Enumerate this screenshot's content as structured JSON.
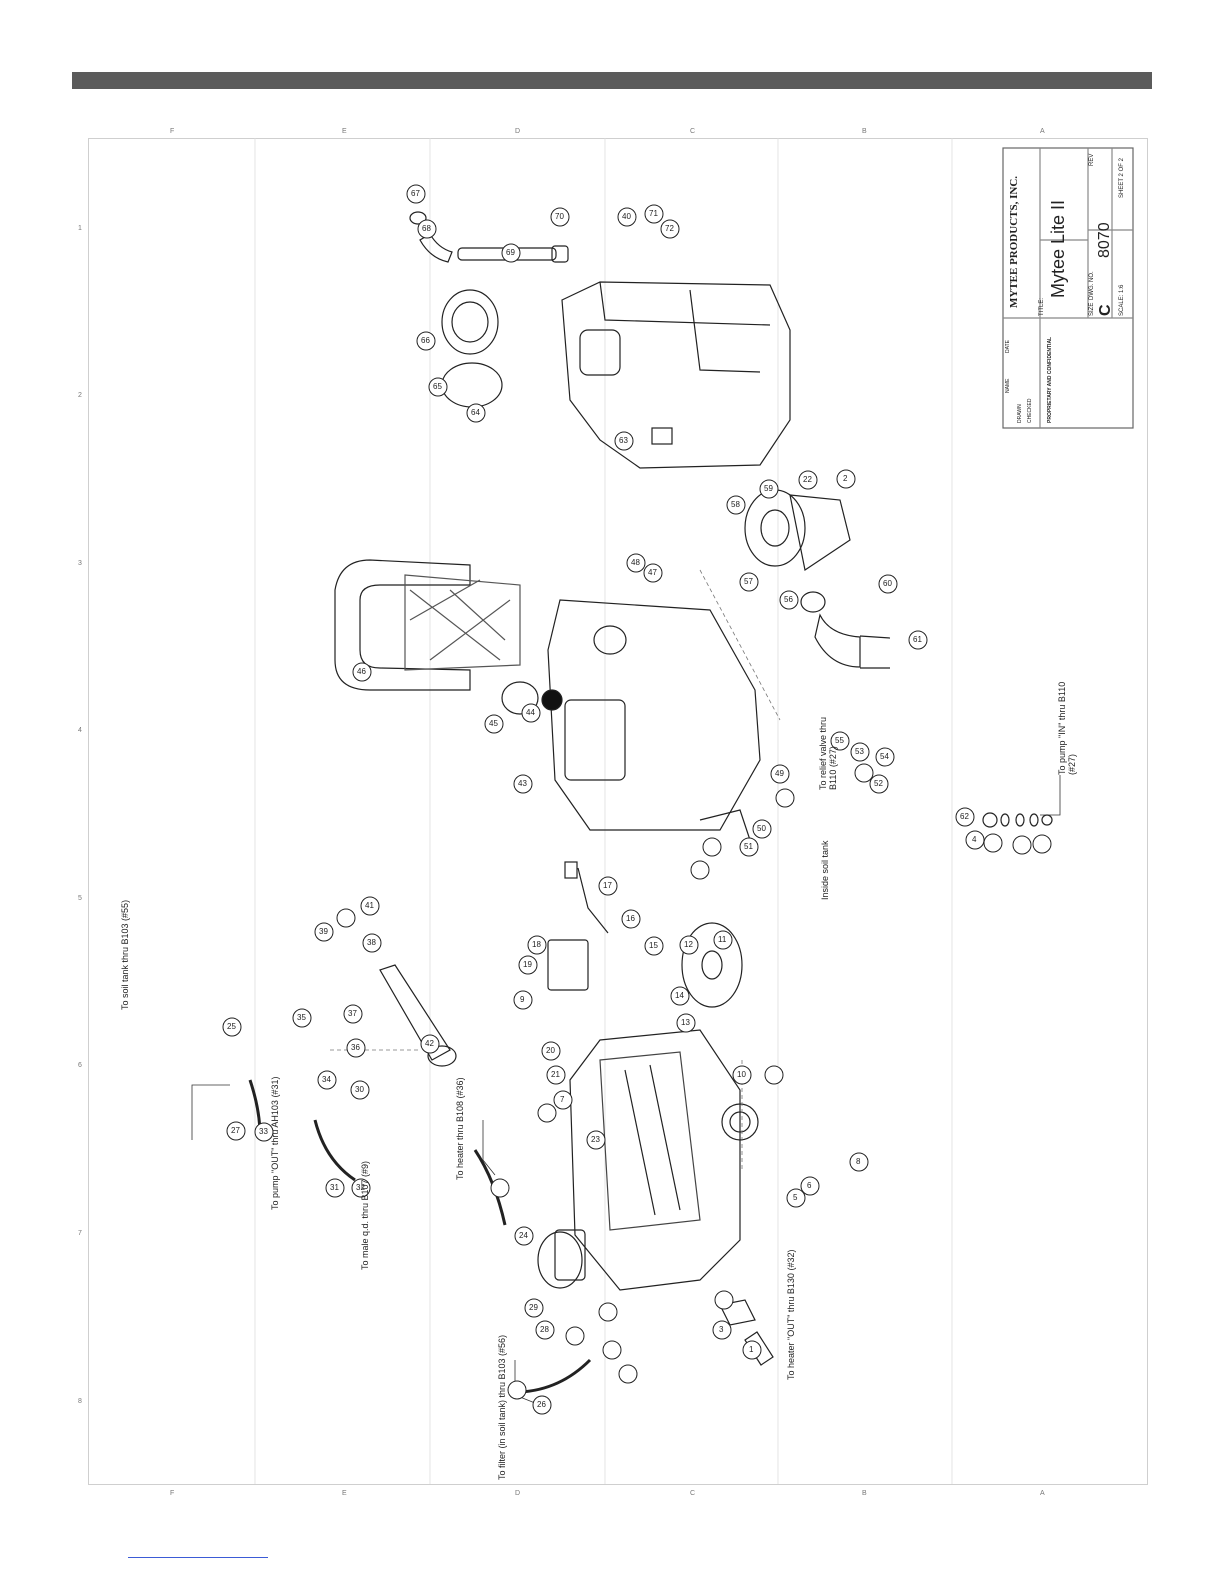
{
  "title_block": {
    "company": "MYTEE PRODUCTS, INC.",
    "title_label": "TITLE:",
    "title": "Mytee Lite II",
    "size_label": "SIZE",
    "size": "C",
    "dwg_no_label": "DWG. NO.",
    "dwg_no": "8070",
    "rev_label": "REV",
    "scale": "SCALE: 1:6",
    "sheet": "SHEET 2 OF 2",
    "drawn_label": "DRAWN",
    "checked_label": "CHECKED",
    "name_label": "NAME",
    "date_label": "DATE",
    "proprietary_heading": "PROPRIETARY AND CONFIDENTIAL"
  },
  "zones": {
    "top": [
      "F",
      "E",
      "D",
      "C",
      "B",
      "A"
    ],
    "bottom": [
      "F",
      "E",
      "D",
      "C",
      "B",
      "A"
    ],
    "left": [
      "1",
      "2",
      "3",
      "4",
      "5",
      "6",
      "7",
      "8"
    ]
  },
  "notes": {
    "to_soil_tank_55": "To soil tank thru B103 (#55)",
    "to_pump_out": "To pump \"OUT\" thru AH103 (#31)",
    "to_male_qd": "To male q.d. thru B107 (#9)",
    "to_heater_36": "To heater thru B108 (#36)",
    "to_filter": "To filter (in soil tank) thru B103 (#56)",
    "to_heater_out": "To heater \"OUT\" thru B130 (#32)",
    "to_relief": "To relief valve thru B110 (#27)",
    "inside_soil_tank": "Inside soil tank",
    "to_pump_in": "To pump \"IN\" thru B110 (#27)"
  },
  "balloons": [
    "67",
    "68",
    "69",
    "70",
    "40",
    "71",
    "72",
    "66",
    "65",
    "64",
    "63",
    "22",
    "2",
    "58",
    "59",
    "57",
    "56",
    "61",
    "60",
    "46",
    "47",
    "48",
    "45",
    "44",
    "43",
    "55",
    "53",
    "54",
    "52",
    "49",
    "50",
    "51",
    "62",
    "4",
    "17",
    "16",
    "15",
    "12",
    "11",
    "18",
    "9",
    "19",
    "13",
    "14",
    "20",
    "21",
    "7",
    "10",
    "23",
    "8",
    "6",
    "5",
    "3",
    "1",
    "39",
    "41",
    "38",
    "37",
    "36",
    "35",
    "25",
    "34",
    "30",
    "27",
    "33",
    "42",
    "31",
    "32",
    "24",
    "29",
    "28",
    "26"
  ]
}
